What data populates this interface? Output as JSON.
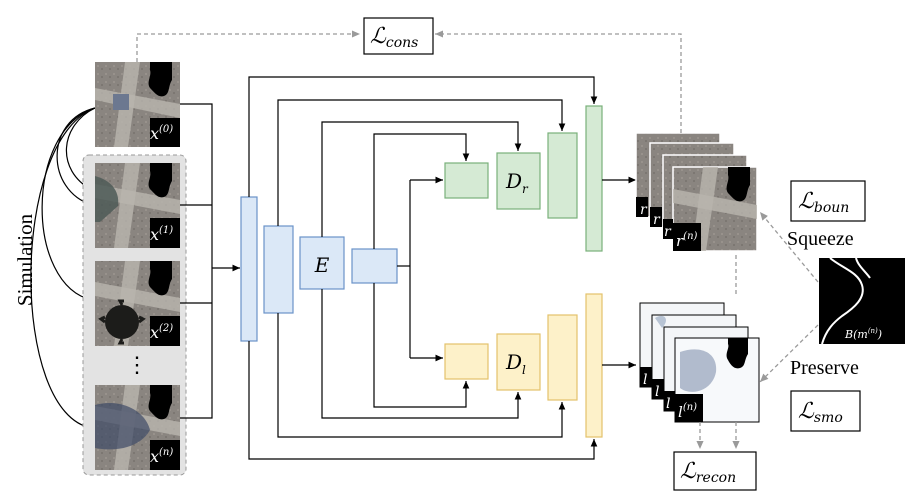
{
  "labels": {
    "simulation": "Simulation",
    "squeeze": "Squeeze",
    "preserve": "Preserve",
    "dots": "⋮"
  },
  "losses": {
    "cons": {
      "symbol": "ℒ",
      "sub": "cons"
    },
    "boun": {
      "symbol": "ℒ",
      "sub": "boun"
    },
    "smo": {
      "symbol": "ℒ",
      "sub": "smo"
    },
    "recon": {
      "symbol": "ℒ",
      "sub": "recon"
    }
  },
  "inputs": [
    {
      "base": "x",
      "sup": "(0)"
    },
    {
      "base": "x",
      "sup": "(1)"
    },
    {
      "base": "x",
      "sup": "(2)"
    },
    {
      "base": "x",
      "sup": "(n)"
    }
  ],
  "network": {
    "encoder": "E",
    "decoder_r": {
      "base": "D",
      "sub": "r"
    },
    "decoder_l": {
      "base": "D",
      "sub": "l"
    }
  },
  "outputs": {
    "r": {
      "base": "r",
      "sup": "(n)"
    },
    "l": {
      "base": "l",
      "sup": "(n)"
    }
  },
  "mask_label": {
    "base": "B(m",
    "sup": "(n)",
    "tail": ")"
  },
  "colors": {
    "blue_fill": "#dbe8f7",
    "blue_stroke": "#6a93c9",
    "green_fill": "#d5ead4",
    "green_stroke": "#79b07a",
    "yellow_fill": "#fdf1c9",
    "yellow_stroke": "#e3c26b",
    "dashed": "#9a9a9a",
    "group_bg": "#e3e3e3"
  }
}
